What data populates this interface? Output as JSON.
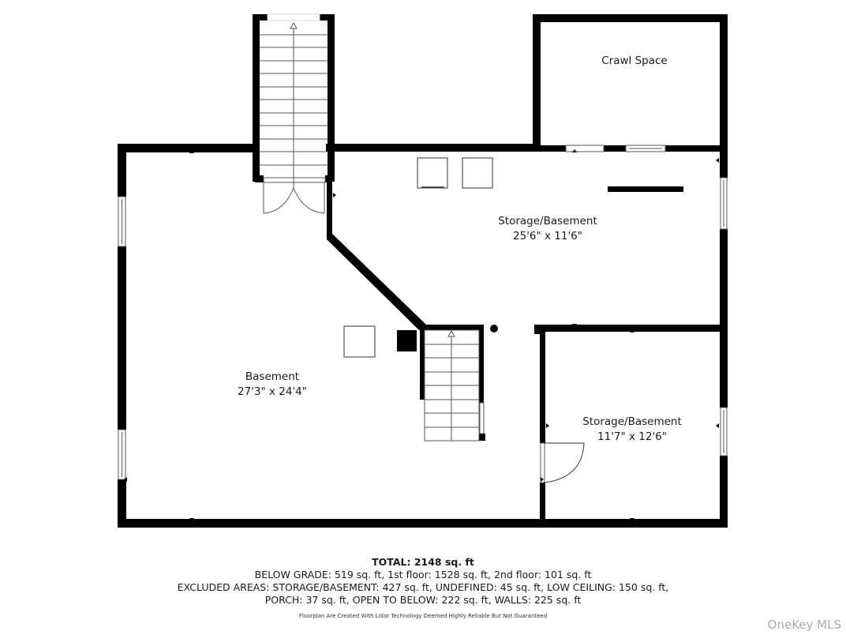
{
  "rooms": [
    {
      "name": "Crawl Space",
      "dimensions": ""
    },
    {
      "name": "Storage/Basement",
      "dimensions": "25'6\" x 11'6\""
    },
    {
      "name": "Basement",
      "dimensions": "27'3\" x 24'4\""
    },
    {
      "name": "Storage/Basement",
      "dimensions": "11'7\" x 12'6\""
    }
  ],
  "summary": {
    "total": "TOTAL: 2148 sq. ft",
    "line1": "BELOW GRADE: 519 sq. ft, 1st floor: 1528 sq. ft, 2nd floor: 101 sq. ft",
    "line2": "EXCLUDED AREAS: STORAGE/BASEMENT: 427 sq. ft, UNDEFINED: 45 sq. ft, LOW CEILING: 150 sq. ft,",
    "line3": "PORCH: 37 sq. ft, OPEN TO BELOW: 222 sq. ft, WALLS: 225 sq. ft",
    "disclaimer": "Floorplan Are Created With Lidar Technology Deemed Highly Reliable But Not Guaranteed"
  },
  "watermark": "OneKey MLS",
  "colors": {
    "wall": "#000000",
    "fixture": "#555555",
    "background": "#ffffff",
    "watermark": "#aaaaaa"
  }
}
